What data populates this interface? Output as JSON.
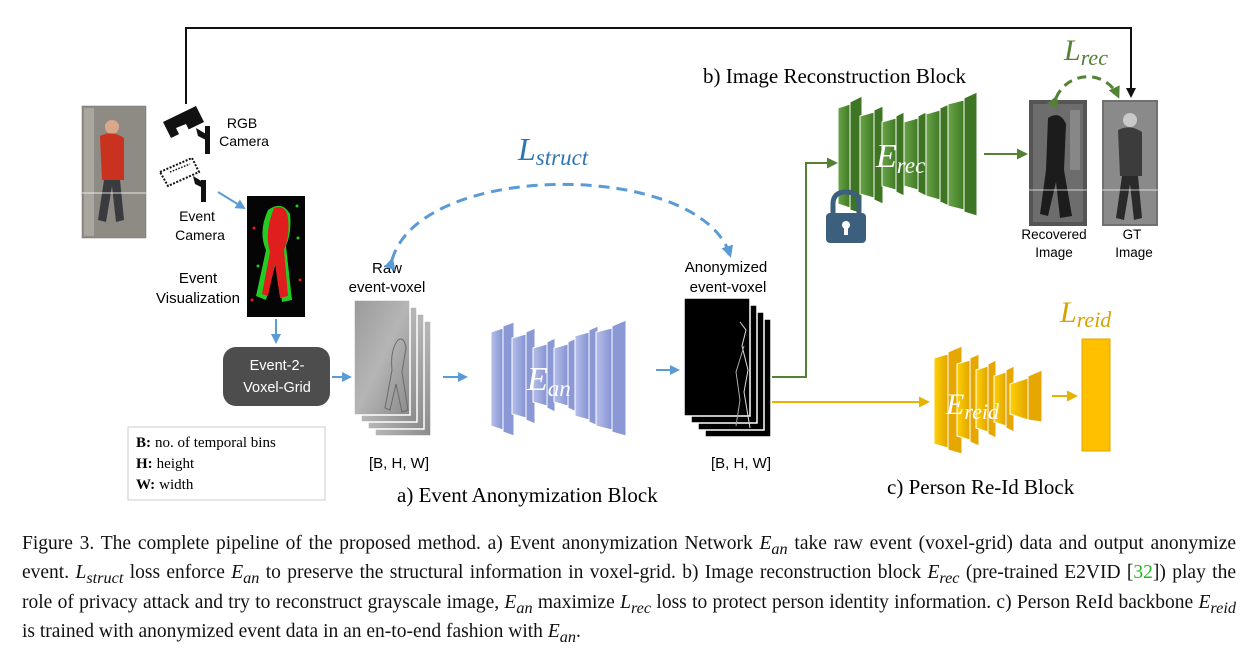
{
  "labels": {
    "rgb_camera_1": "RGB",
    "rgb_camera_2": "Camera",
    "event_camera_1": "Event",
    "event_camera_2": "Camera",
    "event_vis_1": "Event",
    "event_vis_2": "Visualization",
    "voxel_grid_1": "Event-2-",
    "voxel_grid_2": "Voxel-Grid",
    "raw_voxel_1": "Raw",
    "raw_voxel_2": "event-voxel",
    "anon_voxel_1": "Anonymized",
    "anon_voxel_2": "event-voxel",
    "bhw_left": "[B, H, W]",
    "bhw_right": "[B, H, W]",
    "recovered_1": "Recovered",
    "recovered_2": "Image",
    "gt_1": "GT",
    "gt_2": "Image"
  },
  "legend": {
    "b_key": "B:",
    "b_text": "no. of temporal bins",
    "h_key": "H:",
    "h_text": "height",
    "w_key": "W:",
    "w_text": "width"
  },
  "blocks": {
    "reconstruction": "b) Image Reconstruction Block",
    "anonymization": "a) Event Anonymization Block",
    "reid": "c) Person Re-Id Block"
  },
  "losses": {
    "struct_base": "L",
    "struct_sub": "struct",
    "rec_base": "L",
    "rec_sub": "rec",
    "reid_base": "L",
    "reid_sub": "reid"
  },
  "networks": {
    "an_base": "E",
    "an_sub": "an",
    "rec_base": "E",
    "rec_sub": "rec",
    "reid_base": "E",
    "reid_sub": "reid"
  },
  "caption": {
    "p1": "Figure 3. The complete pipeline of the proposed method.  a) Event anonymization Network ",
    "m1": "E",
    "m1s": "an",
    "p2": " take raw event (voxel-grid) data and output anonymize event. ",
    "m2": "L",
    "m2s": "struct",
    "p3": " loss enforce ",
    "m3": "E",
    "m3s": "an",
    "p4": " to preserve the structural information in voxel-grid. b) Image reconstruction block ",
    "m4": "E",
    "m4s": "rec",
    "p5": " (pre-trained E2VID [",
    "cite": "32",
    "p6": "]) play the role of privacy attack and try to reconstruct grayscale image, ",
    "m5": "E",
    "m5s": "an",
    "p7": " maximize ",
    "m6": "L",
    "m6s": "rec",
    "p8": " loss to protect person identity information. c) Person ReId backbone ",
    "m7": "E",
    "m7s": "reid",
    "p9": " is trained with anonymized event data in an en-to-end fashion with ",
    "m8": "E",
    "m8s": "an",
    "p10": "."
  },
  "colors": {
    "blue_arrow": "#5b9bd5",
    "dashed_blue": "#5b9bd5",
    "struct_text": "#2e75b6",
    "green": "#548235",
    "green_loss": "#538135",
    "gold": "#e4b400",
    "gold_loss": "#d6a300",
    "purple_block": "#9aa6dc",
    "voxel_grid_box": "#4d4d4d"
  }
}
